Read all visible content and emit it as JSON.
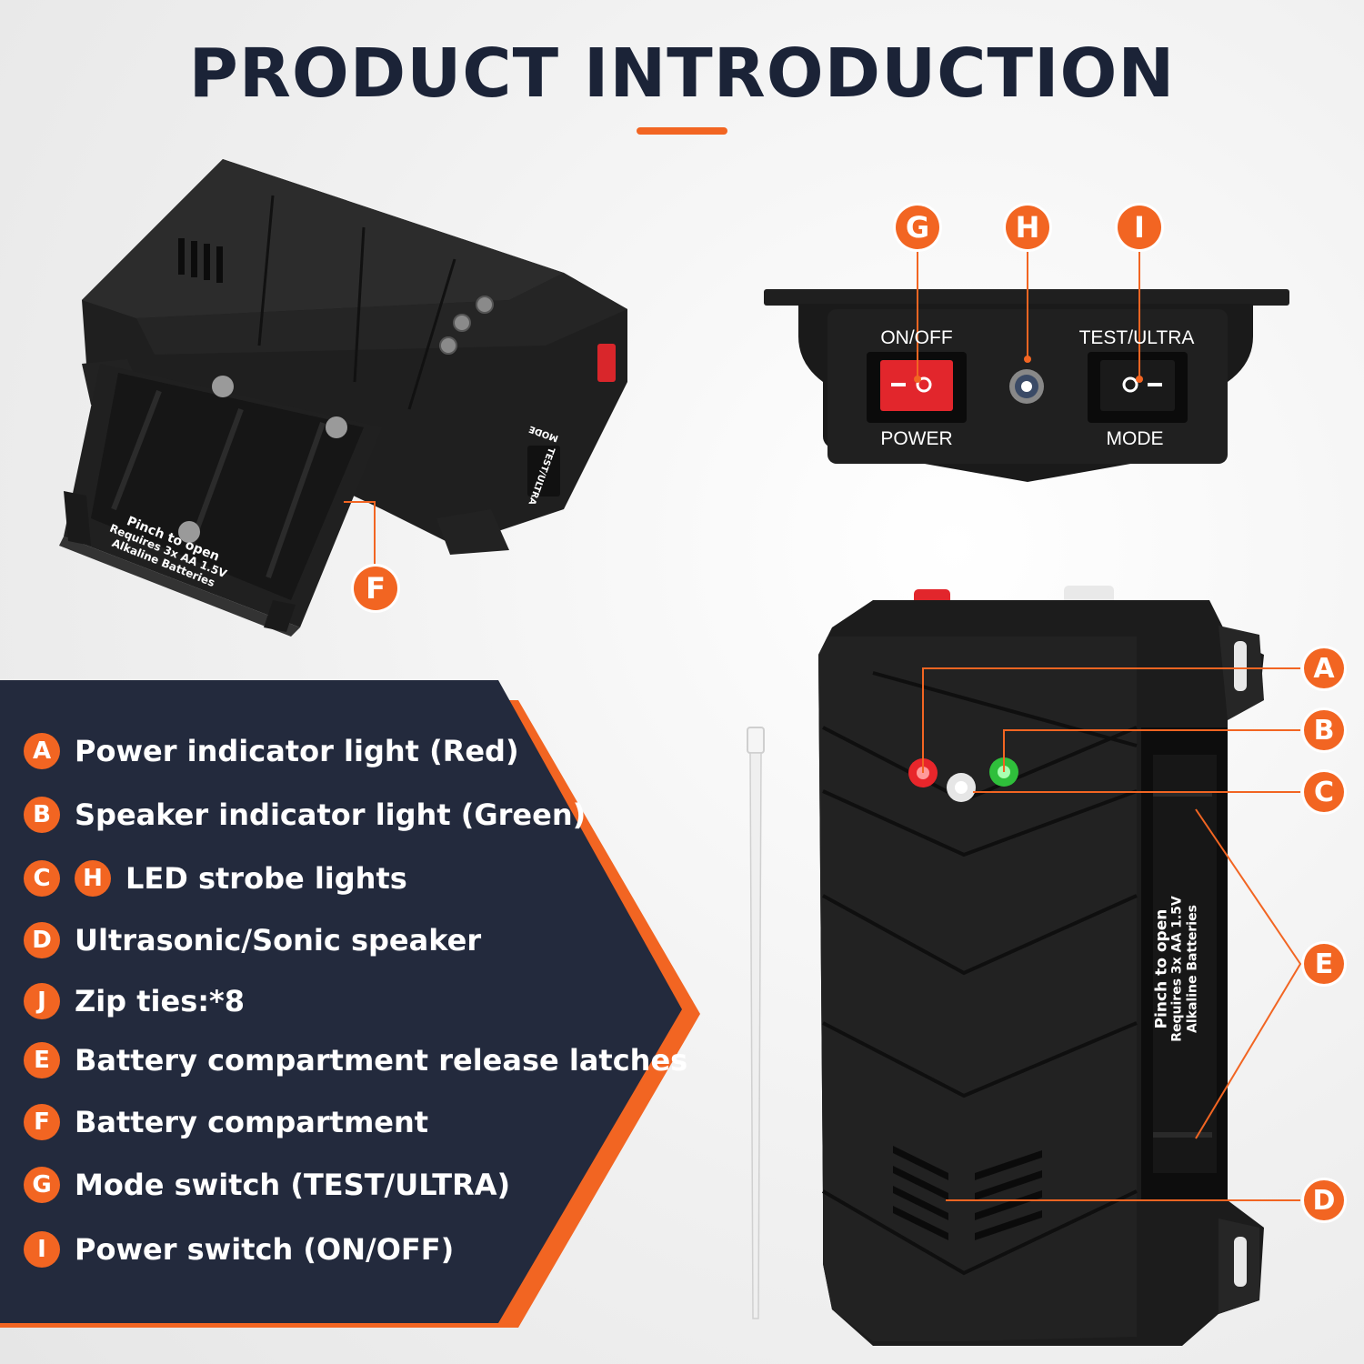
{
  "title": "PRODUCT INTRODUCTION",
  "colors": {
    "accent": "#f26522",
    "navy": "#232a3d",
    "device": "#1e1e1e"
  },
  "control_panel": {
    "power_top": "ON/OFF",
    "power_bottom": "POWER",
    "mode_top": "TEST/ULTRA",
    "mode_bottom": "MODE"
  },
  "device_labels": {
    "pinch": "Pinch to open",
    "requires": "Requires 3x AA 1.5V",
    "alkaline": "Alkaline Batteries",
    "mode": "MODE",
    "test_ultra": "TEST/ULTRA"
  },
  "callouts": {
    "A": "A",
    "B": "B",
    "C": "C",
    "D": "D",
    "E": "E",
    "F": "F",
    "G": "G",
    "H": "H",
    "I": "I"
  },
  "legend": [
    {
      "badges": [
        "A"
      ],
      "text": "Power indicator light (Red)"
    },
    {
      "badges": [
        "B"
      ],
      "text": "Speaker indicator light (Green)"
    },
    {
      "badges": [
        "C",
        "H"
      ],
      "text": "LED strobe lights"
    },
    {
      "badges": [
        "D"
      ],
      "text": "Ultrasonic/Sonic speaker"
    },
    {
      "badges": [
        "J"
      ],
      "text": "Zip ties:*8"
    },
    {
      "badges": [
        "E"
      ],
      "text": "Battery compartment release latches"
    },
    {
      "badges": [
        "F"
      ],
      "text": "Battery compartment"
    },
    {
      "badges": [
        "G"
      ],
      "text": "Mode switch (TEST/ULTRA)"
    },
    {
      "badges": [
        "I"
      ],
      "text": "Power switch (ON/OFF)"
    }
  ]
}
